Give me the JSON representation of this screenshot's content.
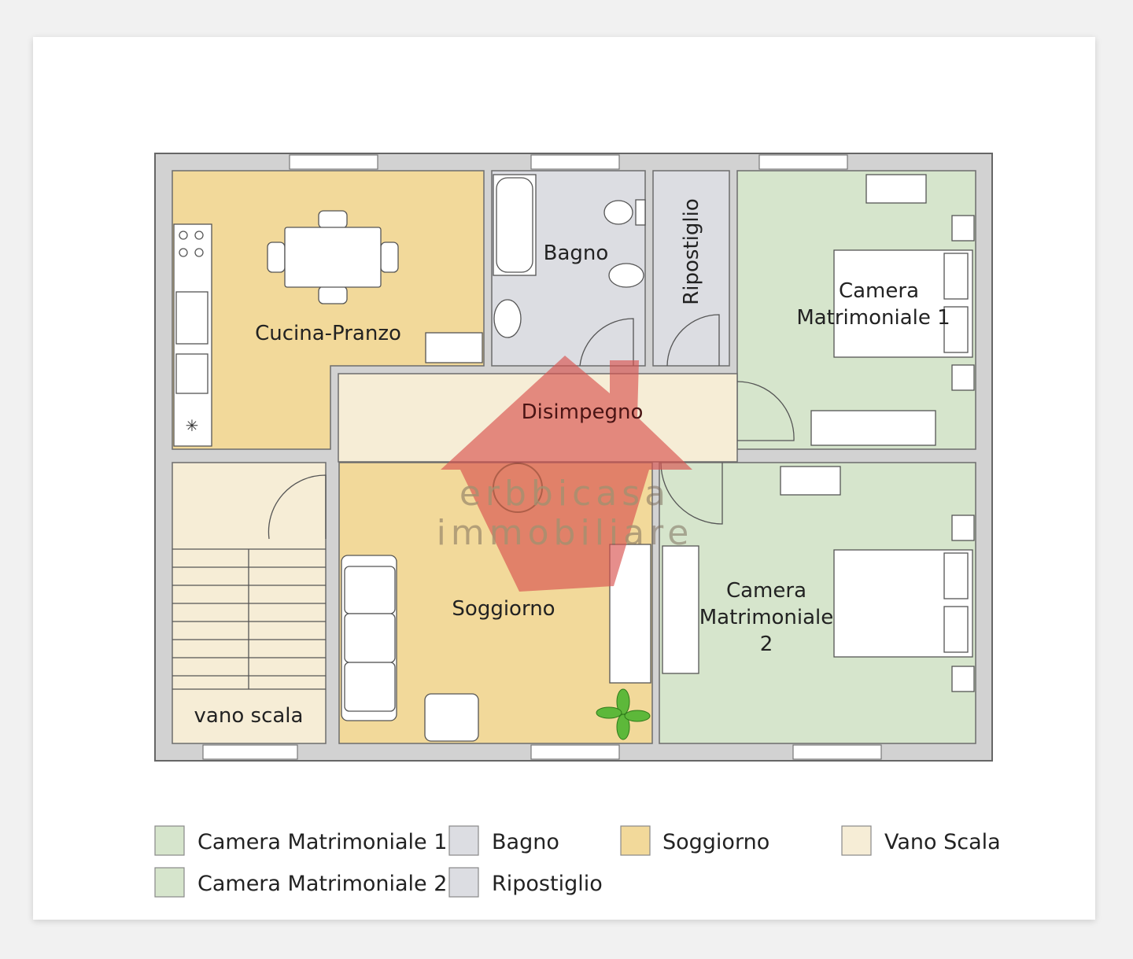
{
  "colors": {
    "kitchen_living": "#f2d99a",
    "bath_storage": "#dcdde2",
    "bedroom": "#d6e5cc",
    "hall_stairs": "#f6edd6",
    "wall": "#d2d2d2",
    "watermark": "#d9534f"
  },
  "rooms": {
    "cucina": "Cucina-Pranzo",
    "bagno": "Bagno",
    "ripostiglio": "Ripostiglio",
    "camera1_line1": "Camera",
    "camera1_line2": "Matrimoniale 1",
    "disimpegno": "Disimpegno",
    "soggiorno": "Soggiorno",
    "camera2_line1": "Camera",
    "camera2_line2": "Matrimoniale",
    "camera2_line3": "2",
    "vano_scala": "vano scala"
  },
  "legend": [
    {
      "label": "Camera Matrimoniale 1",
      "color": "#d6e5cc"
    },
    {
      "label": "Bagno",
      "color": "#dcdde2"
    },
    {
      "label": "Soggiorno",
      "color": "#f2d99a"
    },
    {
      "label": "Vano Scala",
      "color": "#f6edd6"
    },
    {
      "label": "Camera Matrimoniale 2",
      "color": "#d6e5cc"
    },
    {
      "label": "Ripostiglio",
      "color": "#dcdde2"
    }
  ],
  "watermark": {
    "line1": "erbbicasa",
    "line2": "immobiliare"
  }
}
